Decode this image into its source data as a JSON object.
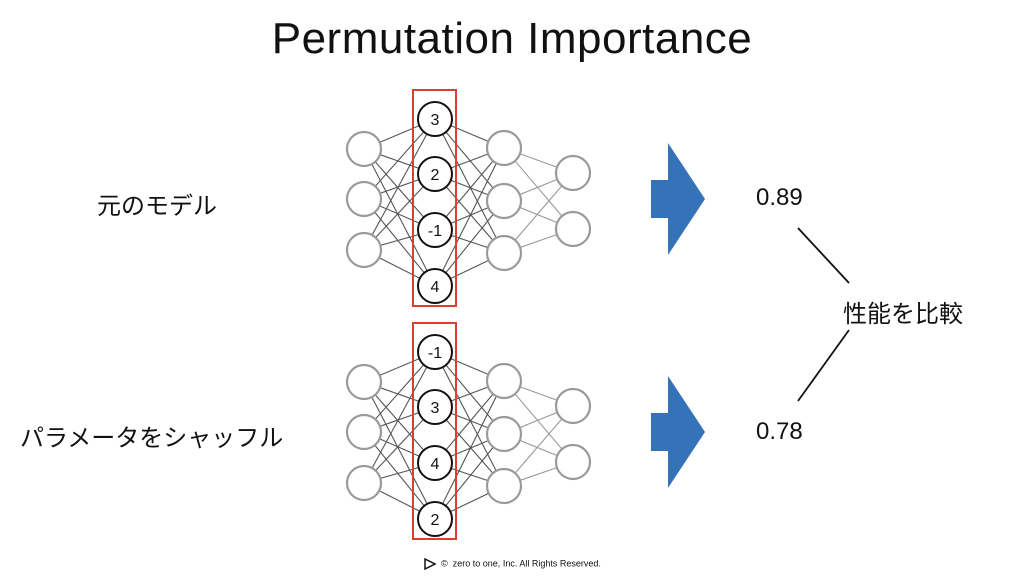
{
  "title": "Permutation Importance",
  "rows": [
    {
      "label": "元のモデル",
      "layer_values": [
        "3",
        "2",
        "-1",
        "4"
      ],
      "score": "0.89"
    },
    {
      "label": "パラメータをシャッフル",
      "layer_values": [
        "-1",
        "3",
        "4",
        "2"
      ],
      "score": "0.78"
    }
  ],
  "compare_label": "性能を比較",
  "footer": {
    "copyright": "©",
    "text": "zero to one, Inc. All Rights Reserved."
  },
  "colors": {
    "arrow": "#3572b8",
    "highlight_box": "#d9412e",
    "node_gray": "#9a9a9a",
    "node_dark": "#111111"
  },
  "icons": [
    "right-arrow-icon",
    "play-logo-icon"
  ]
}
